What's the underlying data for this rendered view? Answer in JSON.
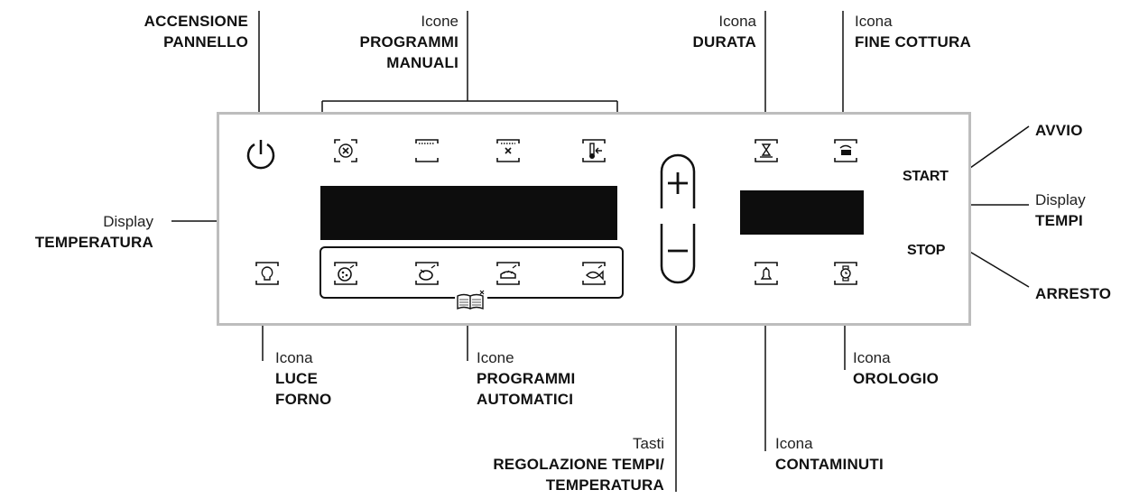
{
  "labels": {
    "power": {
      "line1": "ACCENSIONE",
      "line2": "PANNELLO"
    },
    "manual_programs": {
      "title": "Icone",
      "line1": "PROGRAMMI",
      "line2": "MANUALI"
    },
    "duration": {
      "title": "Icona",
      "line1": "DURATA"
    },
    "end_cooking": {
      "title": "Icona",
      "line1": "FINE COTTURA"
    },
    "start_label": "AVVIO",
    "temp_display": {
      "title": "Display",
      "line1": "TEMPERATURA"
    },
    "time_display": {
      "title": "Display",
      "line1": "TEMPI"
    },
    "stop_label": "ARRESTO",
    "oven_light": {
      "title": "Icona",
      "line1": "LUCE",
      "line2": "FORNO"
    },
    "auto_programs": {
      "title": "Icone",
      "line1": "PROGRAMMI",
      "line2": "AUTOMATICI"
    },
    "adjust_keys": {
      "title": "Tasti",
      "line1": "REGOLAZIONE TEMPI/",
      "line2": "TEMPERATURA"
    },
    "minute_minder": {
      "title": "Icona",
      "line1": "CONTAMINUTI"
    },
    "clock": {
      "title": "Icona",
      "line1": "OROLOGIO"
    }
  },
  "panel": {
    "start_button": "START",
    "stop_button": "STOP",
    "plus_key": "+",
    "minus_key": "–"
  },
  "colors": {
    "display": "#0d0d0d",
    "panel_border": "#bdbdbd",
    "line": "#111111"
  }
}
